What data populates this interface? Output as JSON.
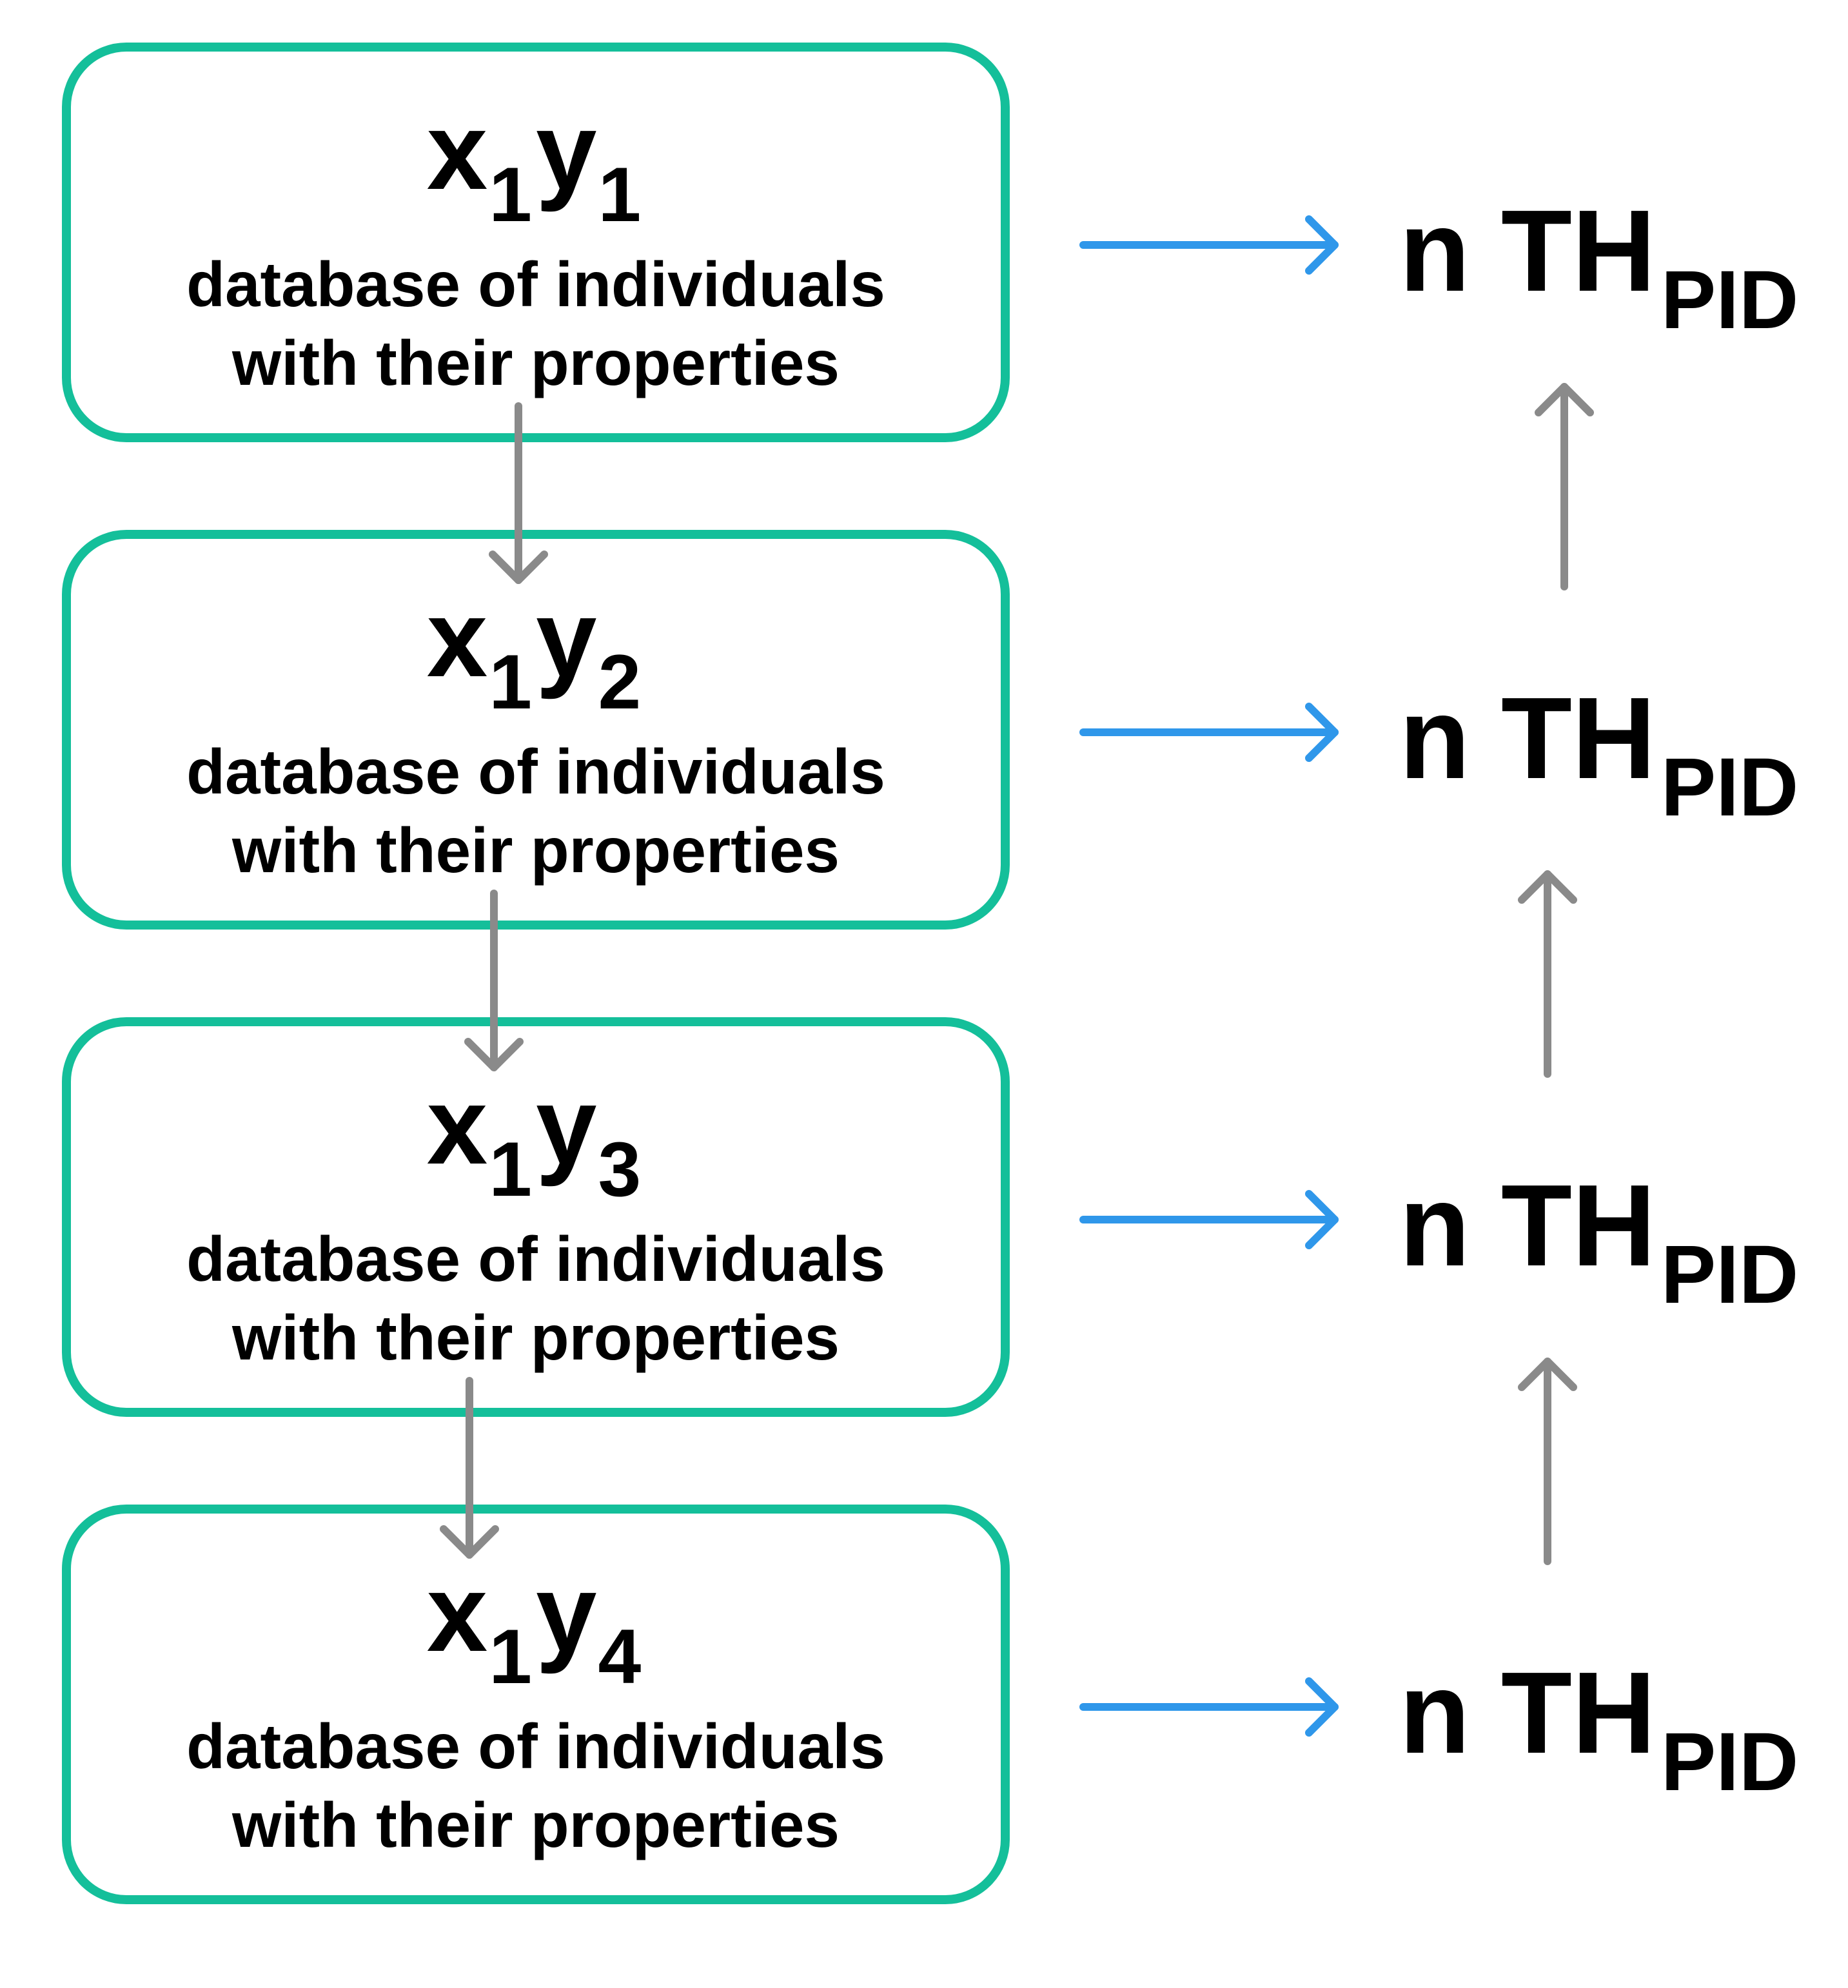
{
  "colors": {
    "box_border": "#14bf9a",
    "horizontal_arrow": "#2f97ea",
    "vertical_arrow": "#8a8a8a",
    "text": "#000000"
  },
  "boxes": [
    {
      "var_x": "x",
      "sub_x": "1",
      "var_y": "y",
      "sub_y": "1",
      "desc_line1": "database of individuals",
      "desc_line2": "with their properties"
    },
    {
      "var_x": "x",
      "sub_x": "1",
      "var_y": "y",
      "sub_y": "2",
      "desc_line1": "database of individuals",
      "desc_line2": "with their properties"
    },
    {
      "var_x": "x",
      "sub_x": "1",
      "var_y": "y",
      "sub_y": "3",
      "desc_line1": "database of individuals",
      "desc_line2": "with their properties"
    },
    {
      "var_x": "x",
      "sub_x": "1",
      "var_y": "y",
      "sub_y": "4",
      "desc_line1": "database of individuals",
      "desc_line2": "with their properties"
    }
  ],
  "results": [
    {
      "n": "n",
      "main": "TH",
      "sub": "PID"
    },
    {
      "n": "n",
      "main": "TH",
      "sub": "PID"
    },
    {
      "n": "n",
      "main": "TH",
      "sub": "PID"
    },
    {
      "n": "n",
      "main": "TH",
      "sub": "PID"
    }
  ]
}
